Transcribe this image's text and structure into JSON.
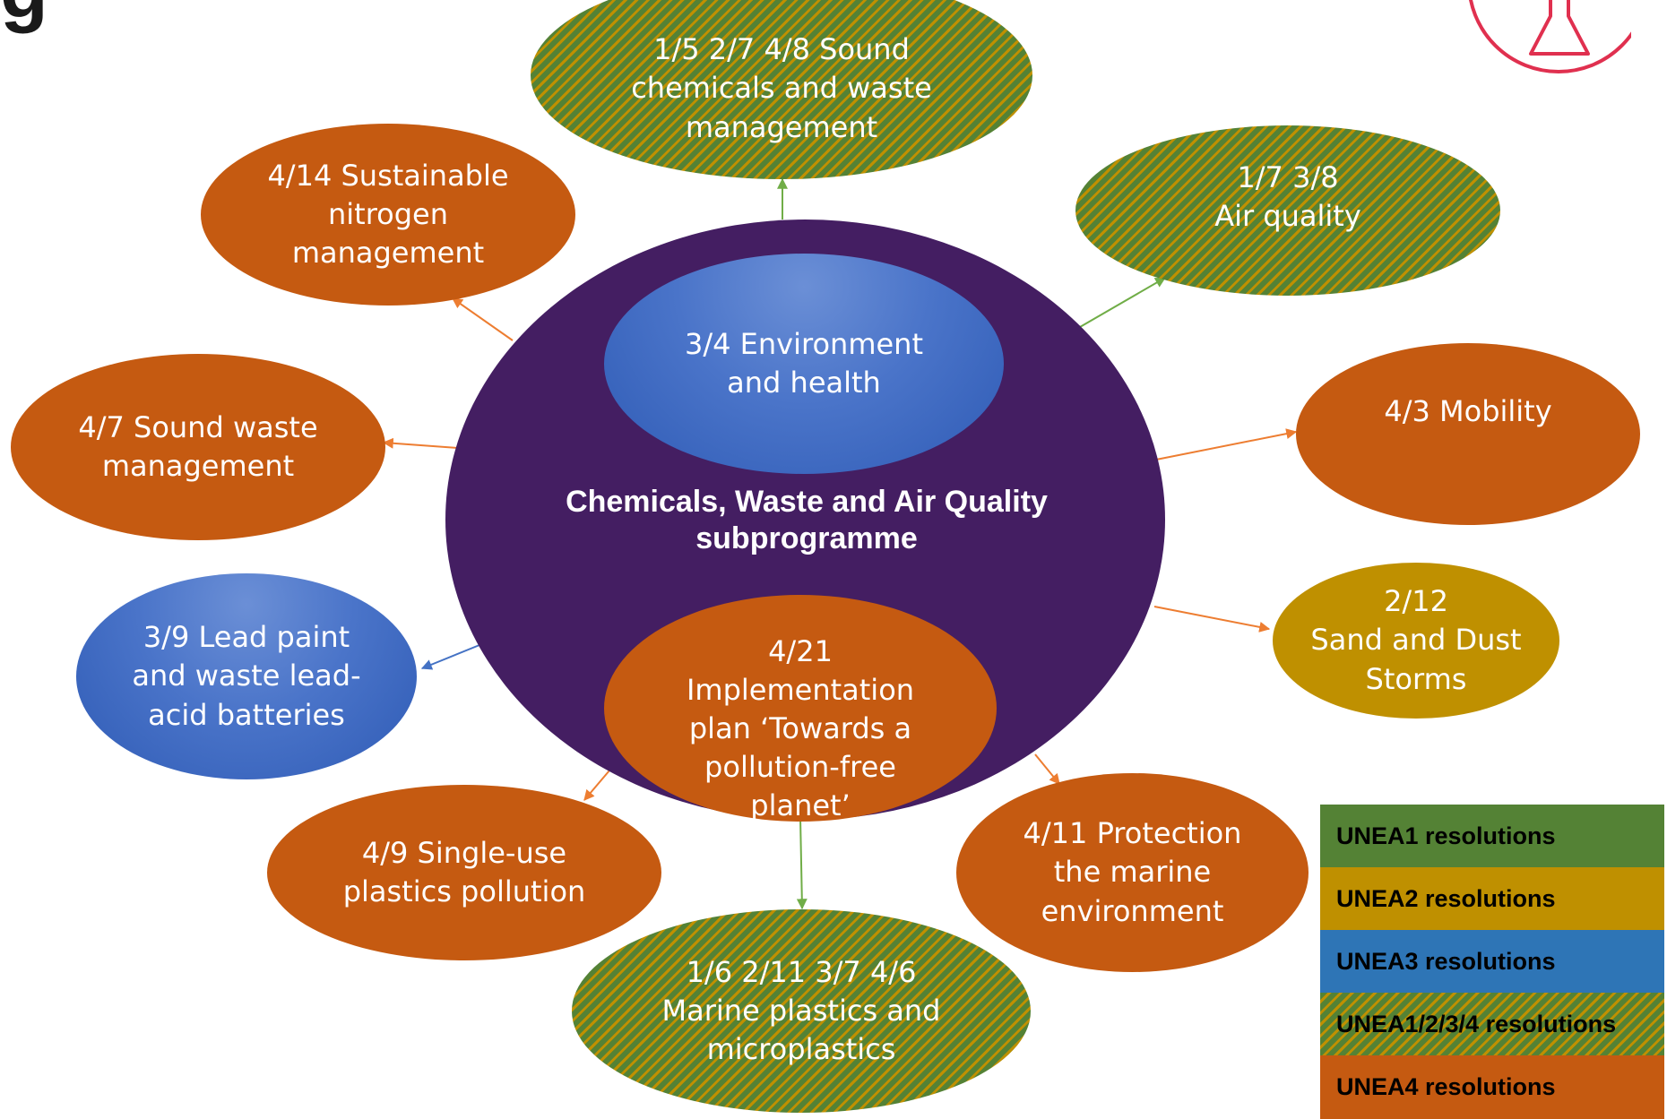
{
  "heading_fragment": "g",
  "center": {
    "title": "Chemicals, Waste and Air Quality\nsubprogramme",
    "top_node": "3/4 Environment\nand health",
    "bottom_node": "4/21\nImplementation\nplan ‘Towards a\npollution-free\nplanet’"
  },
  "nodes": [
    {
      "id": "sound-chemicals",
      "label": "1/5 2/7 4/8 Sound\nchemicals and waste\nmanagement",
      "fill": "hatch"
    },
    {
      "id": "air-quality",
      "label": "1/7 3/8\nAir quality",
      "fill": "hatch"
    },
    {
      "id": "nitrogen",
      "label": "4/14 Sustainable\nnitrogen\nmanagement",
      "fill": "orange"
    },
    {
      "id": "mobility",
      "label": "4/3  Mobility",
      "fill": "orange"
    },
    {
      "id": "waste-management",
      "label": "4/7 Sound waste\nmanagement",
      "fill": "orange"
    },
    {
      "id": "sand-dust",
      "label": "2/12\nSand and Dust\nStorms",
      "fill": "olive"
    },
    {
      "id": "lead-paint",
      "label": "3/9 Lead paint\nand waste lead-\nacid batteries",
      "fill": "blue"
    },
    {
      "id": "single-use-plastics",
      "label": "4/9  Single-use\nplastics pollution",
      "fill": "orange"
    },
    {
      "id": "marine-environment",
      "label": "4/11 Protection\nthe marine\nenvironment",
      "fill": "orange"
    },
    {
      "id": "marine-plastics",
      "label": "1/6 2/11 3/7 4/6\nMarine plastics  and\nmicroplastics",
      "fill": "hatch"
    }
  ],
  "legend": [
    {
      "label": "UNEA1 resolutions",
      "fill": "#548235"
    },
    {
      "label": "UNEA2 resolutions",
      "fill": "#bf9000"
    },
    {
      "label": "UNEA3 resolutions",
      "fill": "#2e75b6"
    },
    {
      "label": "UNEA1/2/3/4 resolutions",
      "fill": "hatch"
    },
    {
      "label": "UNEA4 resolutions",
      "fill": "#c55a11"
    }
  ],
  "colors": {
    "orange": "#c55a11",
    "olive": "#bf9000",
    "green": "#548235",
    "blue": "#2e75b6",
    "purple": "#441e62",
    "flask_icon": "#e0304f"
  }
}
